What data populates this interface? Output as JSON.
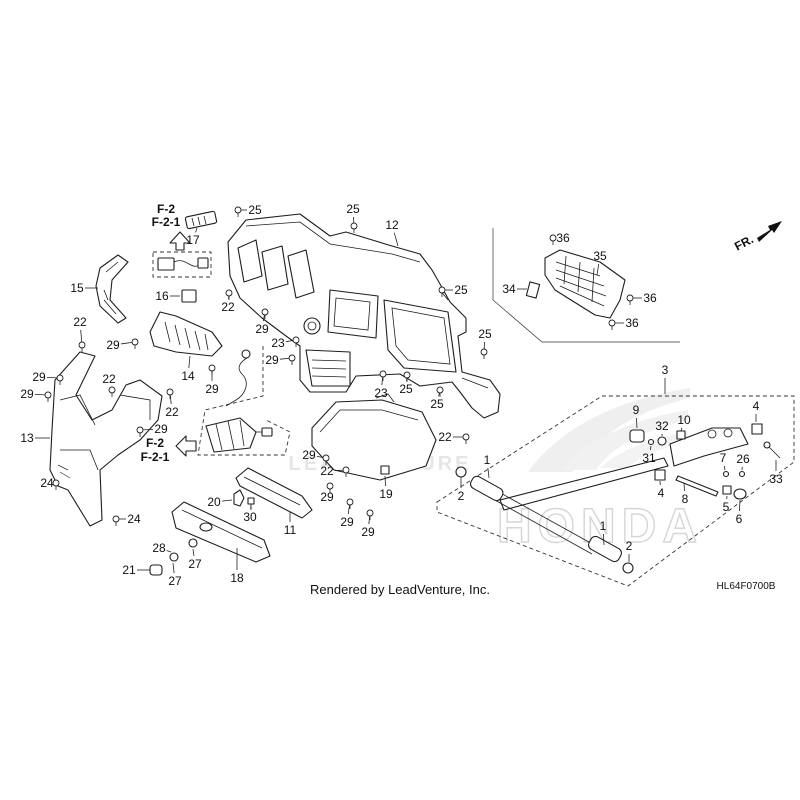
{
  "diagram": {
    "callouts": [
      "17",
      "25",
      "25",
      "12",
      "15",
      "16",
      "22",
      "25",
      "22",
      "29",
      "23",
      "25",
      "29",
      "14",
      "29",
      "29",
      "29",
      "22",
      "23",
      "25",
      "25",
      "29",
      "22",
      "13",
      "29",
      "22",
      "29",
      "22",
      "19",
      "24",
      "29",
      "29",
      "20",
      "11",
      "30",
      "29",
      "24",
      "28",
      "27",
      "21",
      "27",
      "18",
      "36",
      "35",
      "34",
      "36",
      "36",
      "3",
      "9",
      "4",
      "10",
      "32",
      "31",
      "7",
      "26",
      "1",
      "33",
      "4",
      "2",
      "8",
      "5",
      "6",
      "1",
      "2"
    ],
    "references": [
      {
        "primary": "F-2",
        "secondary": "F-2-1"
      },
      {
        "primary": "F-2",
        "secondary": "F-2-1"
      }
    ],
    "direction_label": "FR.",
    "credit": "Rendered by LeadVenture, Inc.",
    "diagram_code": "HL64F0700B",
    "watermarks": {
      "brand": "HONDA",
      "vendor": "LEADVENTURE"
    },
    "icons": {
      "direction_arrow": "forward-arrow-icon",
      "reference_arrows": "outline-arrow-icon"
    }
  }
}
